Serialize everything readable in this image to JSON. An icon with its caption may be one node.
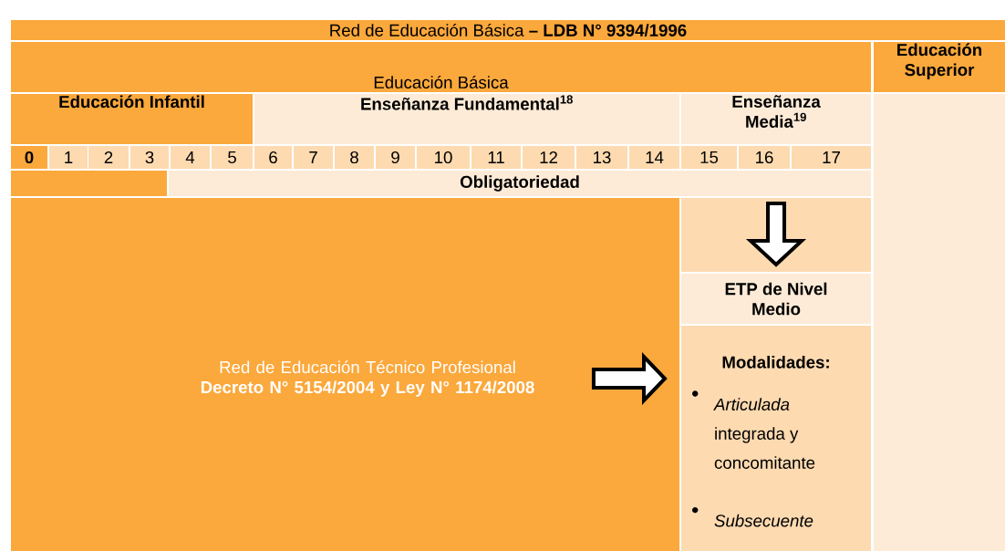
{
  "diagram": {
    "nodes": [
      {
        "text": [
          "Red de Educación Básica **– LDB N° 9394/1996**"
        ]
      },
      {
        "text": [
          "Educación Básica"
        ]
      },
      {
        "text": [
          "Educación Superior"
        ]
      },
      {
        "text": [
          "Educación Infantil"
        ]
      },
      {
        "text": [
          "Enseñanza Fundamental$^{18}$"
        ]
      },
      {
        "text": [
          "Enseñanza Media$^{19}$"
        ]
      },
      {
        "text": [
          "0"
        ]
      },
      {
        "text": [
          "1"
        ]
      },
      {
        "text": [
          "2"
        ]
      },
      {
        "text": [
          "3"
        ]
      },
      {
        "text": [
          "4"
        ]
      },
      {
        "text": [
          "5"
        ]
      },
      {
        "text": [
          "6"
        ]
      },
      {
        "text": [
          "7"
        ]
      },
      {
        "text": [
          "8"
        ]
      },
      {
        "text": [
          "9"
        ]
      },
      {
        "text": [
          "10"
        ]
      },
      {
        "text": [
          "11"
        ]
      },
      {
        "text": [
          "12"
        ]
      },
      {
        "text": [
          "13"
        ]
      },
      {
        "text": [
          "14"
        ]
      },
      {
        "text": [
          "15"
        ]
      },
      {
        "text": [
          "16"
        ]
      },
      {
        "text": [
          "17"
        ]
      },
      {
        "text": [
          "Obligatoriedad"
        ]
      },
      {
        "text": [
          "Red de Educación Técnico Profesional",
          "Decreto N° 5154/2004 y Ley N° 1174/2008"
        ]
      },
      {
        "text": [
          "ETP de Nivel Medio"
        ]
      },
      {
        "text": [
          "Modalidades:",
          "*Articulada* integrada y concomitante",
          "Subsecuente"
        ]
      }
    ],
    "edges": [
      {
        "from": 24,
        "to": 26,
        "arrow": "to"
      },
      {
        "from": 25,
        "to": 27,
        "arrow": "to"
      }
    ]
  }
}
